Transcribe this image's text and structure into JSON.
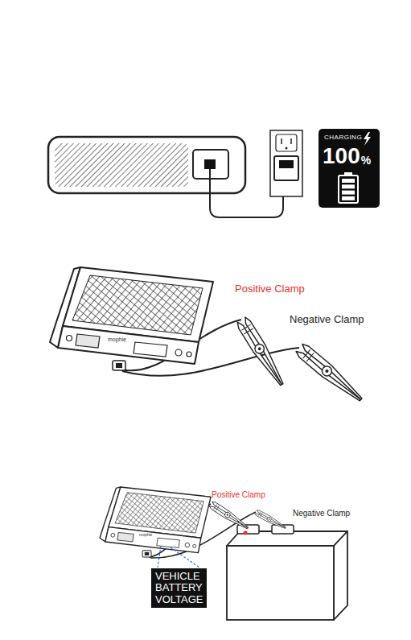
{
  "diagram": {
    "nodes": [
      {
        "text": [
          "CHARGING",
          "100",
          "%"
        ]
      },
      {
        "text": [
          "VEHICLE BATTERY VOLTAGE"
        ]
      }
    ],
    "labels": [
      "mophie",
      "Positive Clamp",
      "Negative Clamp",
      "mophie",
      "Positive Clamp",
      "Negative Clamp"
    ]
  }
}
